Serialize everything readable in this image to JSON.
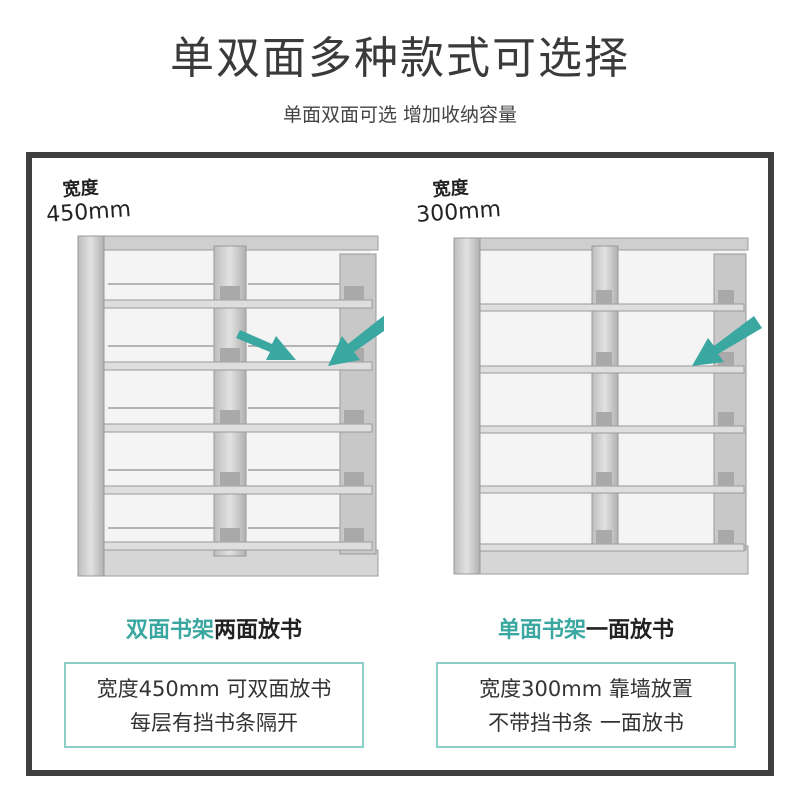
{
  "header": {
    "title": "单双面多种款式可选择",
    "subtitle": "单面双面可选 增加收纳容量"
  },
  "products": [
    {
      "width_title": "宽度",
      "width_value": "450mm",
      "caption_accent": "双面书架",
      "caption_rest": "两面放书",
      "desc_line1": "宽度450mm 可双面放书",
      "desc_line2": "每层有挡书条隔开"
    },
    {
      "width_title": "宽度",
      "width_value": "300mm",
      "caption_accent": "单面书架",
      "caption_rest": "一面放书",
      "desc_line1": "宽度300mm 靠墙放置",
      "desc_line2": "不带挡书条 一面放书"
    }
  ],
  "colors": {
    "accent": "#3aa7a0",
    "frame": "#3f3f3f",
    "box_border": "#8fcdc8"
  }
}
